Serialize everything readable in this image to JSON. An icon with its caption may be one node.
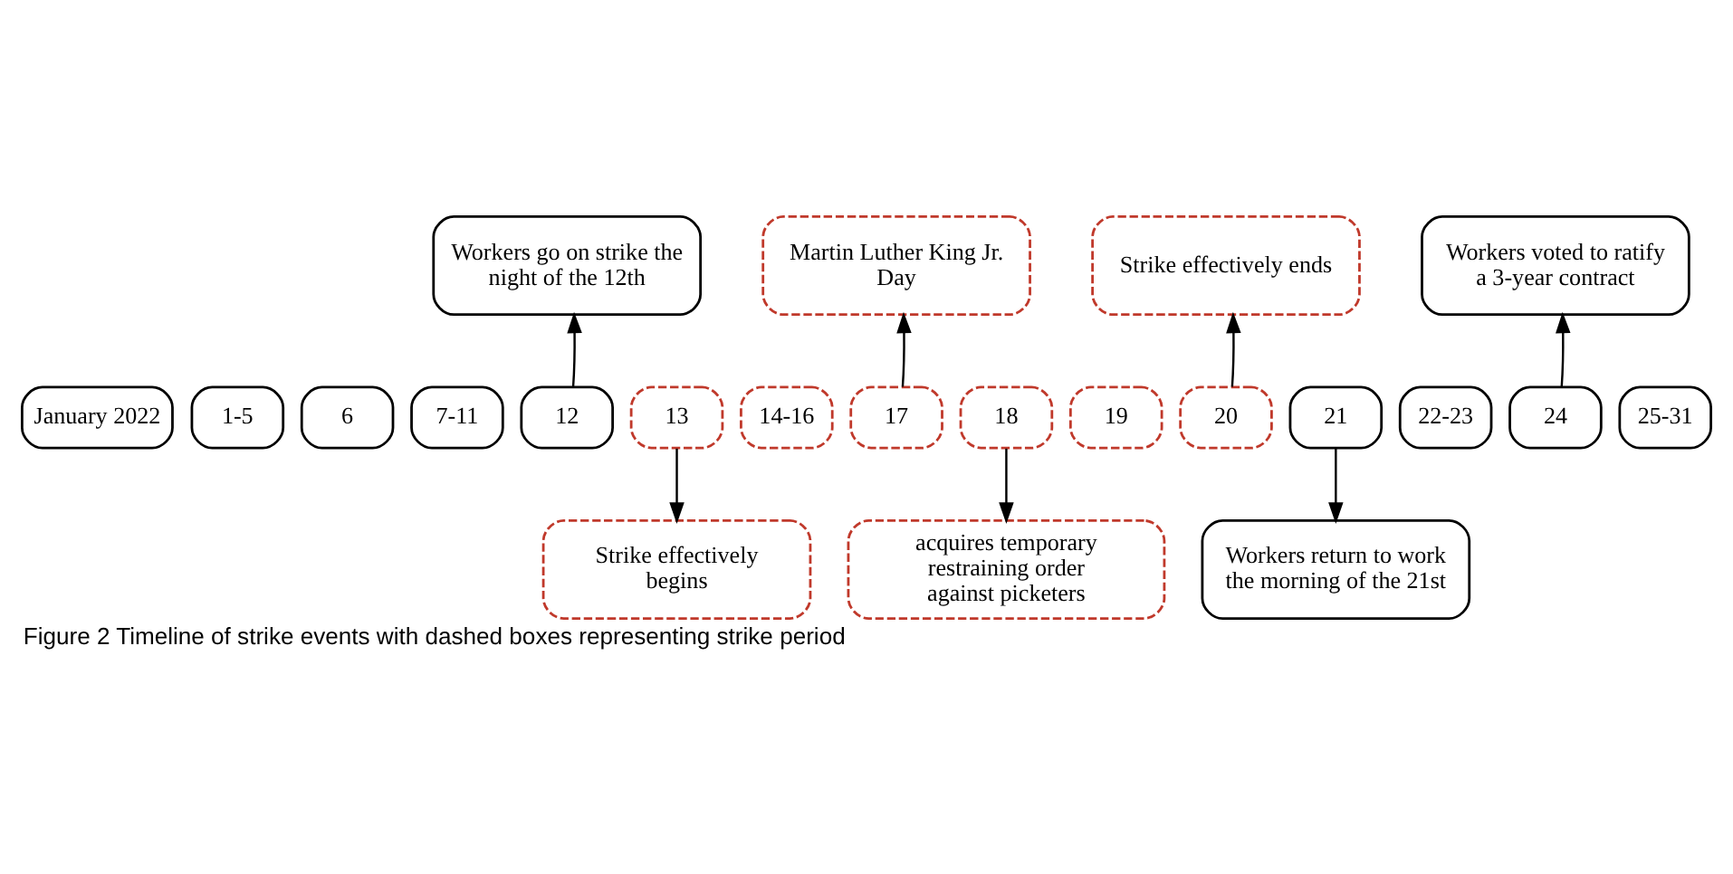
{
  "diagram": {
    "caption": "Figure 2 Timeline of strike events with dashed boxes representing strike period",
    "nodes": [
      {
        "text": [
          "January 2022"
        ]
      },
      {
        "text": [
          "1-5"
        ]
      },
      {
        "text": [
          "6"
        ]
      },
      {
        "text": [
          "7-11"
        ]
      },
      {
        "text": [
          "12"
        ]
      },
      {
        "text": [
          "13"
        ]
      },
      {
        "text": [
          "14-16"
        ]
      },
      {
        "text": [
          "17"
        ]
      },
      {
        "text": [
          "18"
        ]
      },
      {
        "text": [
          "19"
        ]
      },
      {
        "text": [
          "20"
        ]
      },
      {
        "text": [
          "21"
        ]
      },
      {
        "text": [
          "22-23"
        ]
      },
      {
        "text": [
          "24"
        ]
      },
      {
        "text": [
          "25-31"
        ]
      },
      {
        "text": [
          "Workers go on strike the night of the 12th"
        ]
      },
      {
        "text": [
          "Martin Luther King Jr. Day"
        ]
      },
      {
        "text": [
          "Strike effectively ends"
        ]
      },
      {
        "text": [
          "Workers voted to ratify a 3-year contract"
        ]
      },
      {
        "text": [
          "Strike effectively begins"
        ]
      },
      {
        "text": [
          "acquires temporary restraining order against picketers"
        ]
      },
      {
        "text": [
          "Workers return to work the morning of the 21st"
        ]
      }
    ],
    "edges": [
      {
        "from": 4,
        "to": 15,
        "arrow": "to"
      },
      {
        "from": 7,
        "to": 16,
        "arrow": "to"
      },
      {
        "from": 10,
        "to": 17,
        "arrow": "to"
      },
      {
        "from": 13,
        "to": 18,
        "arrow": "to"
      },
      {
        "from": 5,
        "to": 19,
        "arrow": "to"
      },
      {
        "from": 8,
        "to": 20,
        "arrow": "to"
      },
      {
        "from": 11,
        "to": 21,
        "arrow": "to"
      }
    ]
  }
}
